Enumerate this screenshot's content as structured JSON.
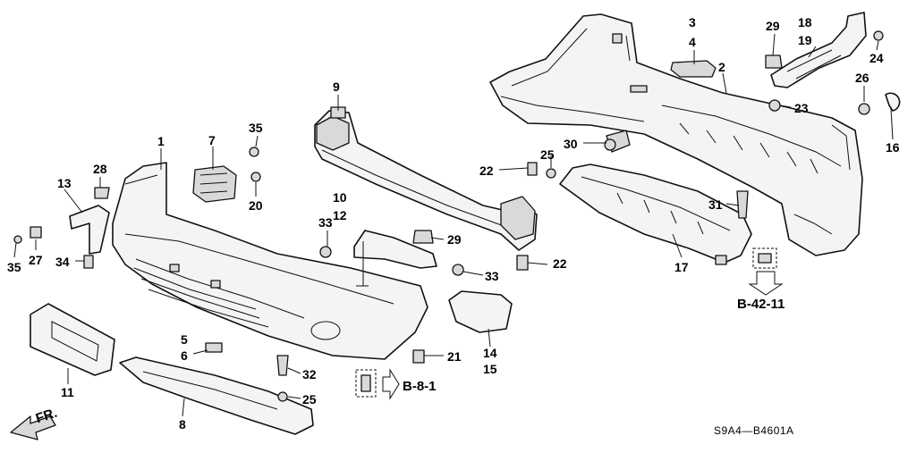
{
  "callouts": [
    "1",
    "2",
    "3",
    "4",
    "5",
    "6",
    "7",
    "8",
    "9",
    "10",
    "11",
    "12",
    "13",
    "14",
    "15",
    "16",
    "17",
    "18",
    "19",
    "20",
    "21",
    "22",
    "22",
    "23",
    "24",
    "25",
    "25",
    "26",
    "27",
    "28",
    "29",
    "29",
    "30",
    "31",
    "32",
    "33",
    "33",
    "34",
    "35",
    "35"
  ],
  "refs": {
    "b42": "B-42-11",
    "b8": "B-8-1",
    "front": "FR."
  },
  "diagram_code": "S9A4—B4601A"
}
